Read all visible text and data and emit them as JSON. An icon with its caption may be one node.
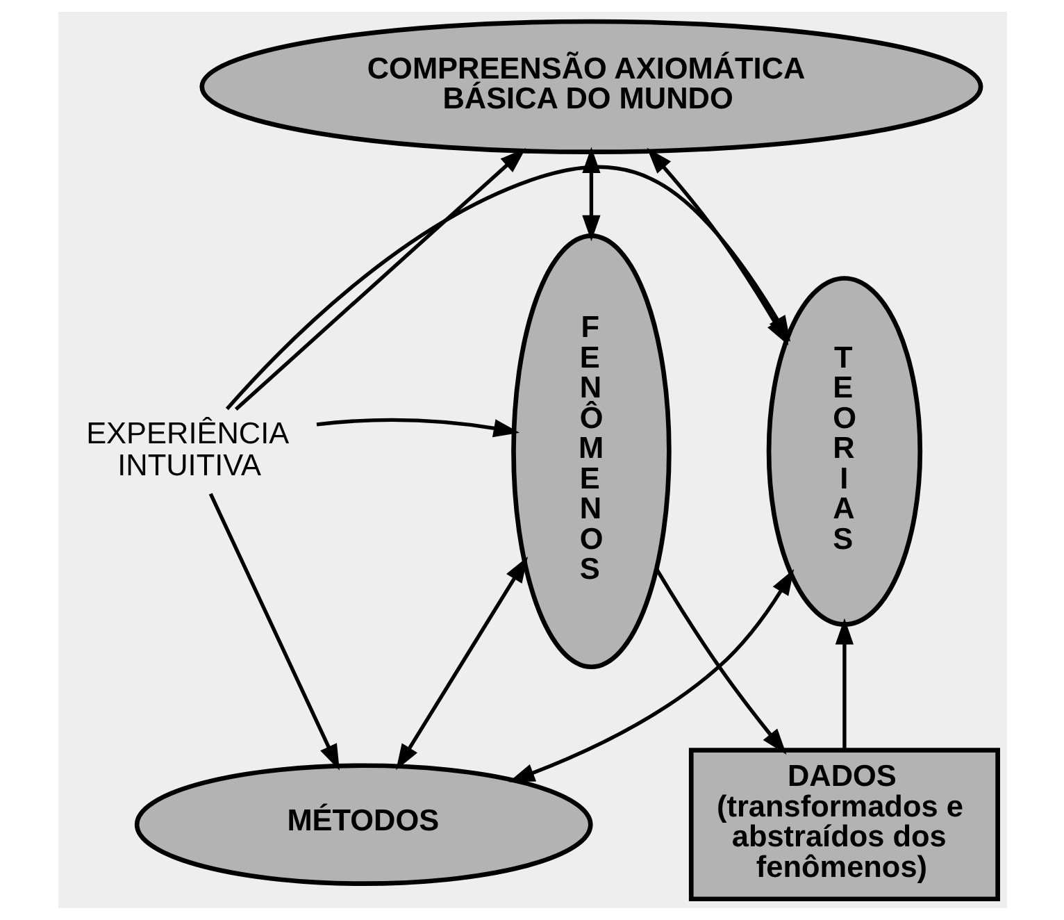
{
  "diagram": {
    "nodes": [
      {
        "text": [
          "COMPREENSÃO AXIOMÁTICA BÁSICA DO MUNDO"
        ]
      },
      {
        "text": [
          "TEORIAS"
        ]
      },
      {
        "text": [
          "EXPERIÊNCIA INTUITIVA"
        ]
      },
      {
        "text": [
          "FENÔMENOS"
        ]
      },
      {
        "text": [
          "MÉTODOS"
        ]
      },
      {
        "text": [
          "DADOS",
          "(transformados e abstraídos dos fenômenos)"
        ]
      }
    ],
    "edges": [
      {
        "from": 0,
        "to": 1,
        "arrow": "both"
      },
      {
        "from": 0,
        "to": 3,
        "arrow": "both"
      },
      {
        "from": 2,
        "to": 0,
        "arrow": "to"
      },
      {
        "from": 2,
        "to": 1,
        "arrow": "to"
      },
      {
        "from": 2,
        "to": 3,
        "arrow": "to"
      },
      {
        "from": 2,
        "to": 4,
        "arrow": "to"
      },
      {
        "from": 1,
        "to": 4,
        "arrow": "both"
      },
      {
        "from": 3,
        "to": 4,
        "arrow": "both"
      },
      {
        "from": 3,
        "to": 5,
        "arrow": "to"
      },
      {
        "from": 5,
        "to": 1,
        "arrow": "to"
      }
    ]
  }
}
